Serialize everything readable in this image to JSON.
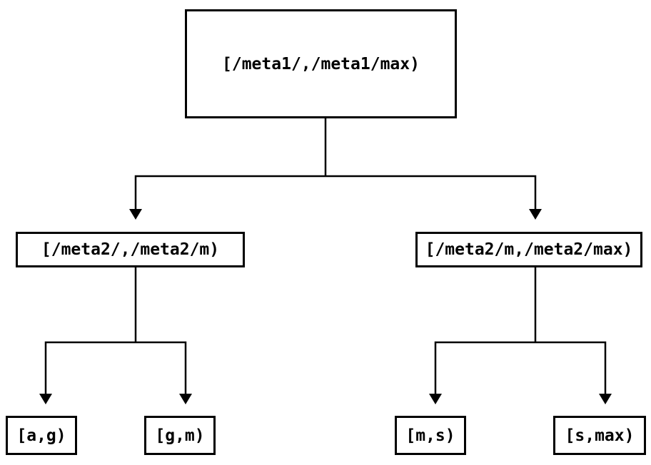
{
  "diagram": {
    "title": "range-partition-tree",
    "background_color": "#ffffff",
    "line_color": "#000000",
    "nodes": {
      "root": {
        "label": "[/meta1/,/meta1/max)"
      },
      "level2_left": {
        "label": "[/meta2/,/meta2/m)"
      },
      "level2_right": {
        "label": "[/meta2/m,/meta2/max)"
      },
      "leaf_1": {
        "label": "[a,g)"
      },
      "leaf_2": {
        "label": "[g,m)"
      },
      "leaf_3": {
        "label": "[m,s)"
      },
      "leaf_4": {
        "label": "[s,max)"
      }
    },
    "edges": [
      {
        "from": "root",
        "to": "level2_left"
      },
      {
        "from": "root",
        "to": "level2_right"
      },
      {
        "from": "level2_left",
        "to": "leaf_1"
      },
      {
        "from": "level2_left",
        "to": "leaf_2"
      },
      {
        "from": "level2_right",
        "to": "leaf_3"
      },
      {
        "from": "level2_right",
        "to": "leaf_4"
      }
    ]
  }
}
